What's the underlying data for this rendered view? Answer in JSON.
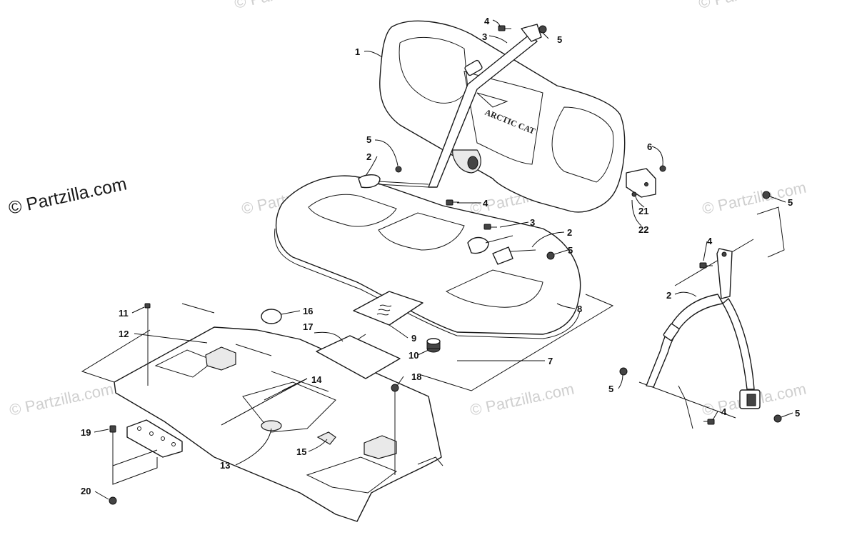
{
  "watermarks": {
    "main": "© Partzilla.com",
    "faint": "© Partzilla.com"
  },
  "brand_logo_text": "ARCTIC CAT",
  "callouts": [
    "1",
    "2",
    "3",
    "4",
    "5",
    "6",
    "7",
    "8",
    "9",
    "10",
    "11",
    "12",
    "13",
    "14",
    "15",
    "16",
    "17",
    "18",
    "19",
    "20",
    "21",
    "22"
  ]
}
